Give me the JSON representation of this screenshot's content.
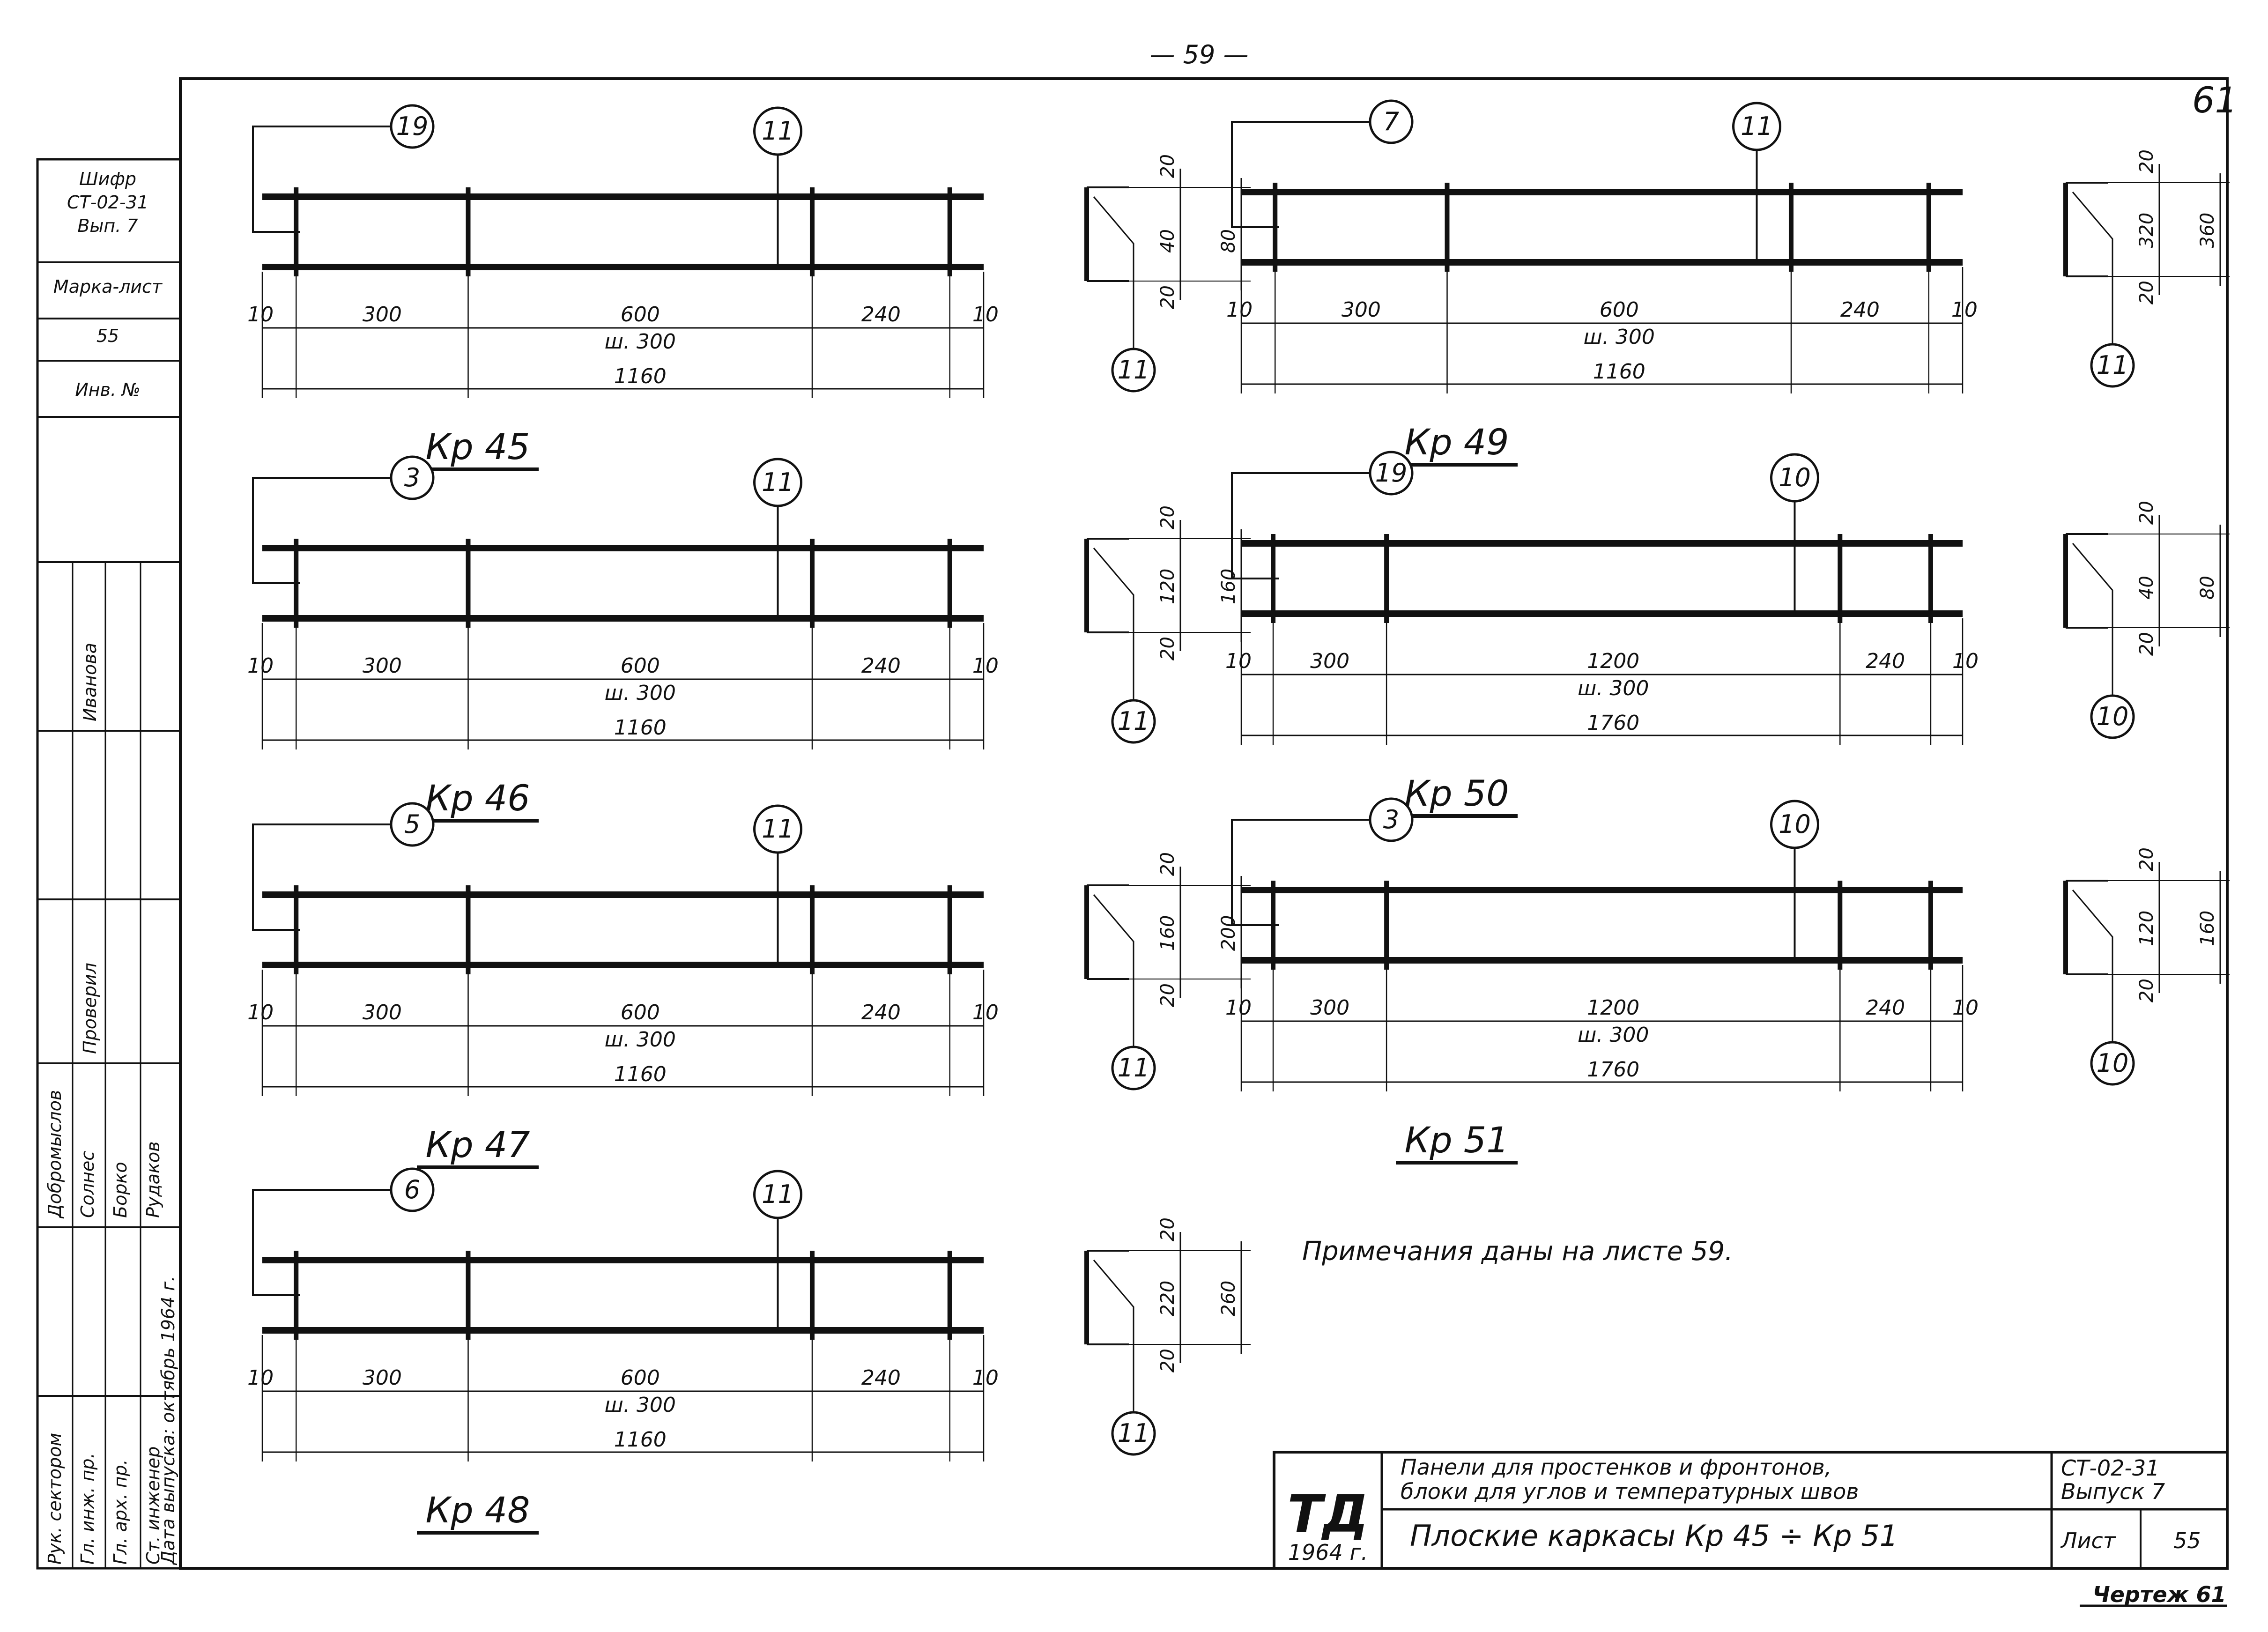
{
  "page_number": "— 59 —",
  "handwritten_sheet": "61",
  "side_stamp": {
    "cipher_label": "Шифр",
    "cipher_value": "СТ-02-31",
    "issue": "Вып. 7",
    "mark_sheet_label": "Марка-лист",
    "mark_sheet_value": "55",
    "inventory_label": "Инв. №",
    "executor": "Иванова",
    "checked": "Проверил",
    "staff": [
      {
        "role": "Рук. сектором",
        "name": "Добромыслов"
      },
      {
        "role": "Гл. инж. пр.",
        "name": "Солнес"
      },
      {
        "role": "Гл. арх. пр.",
        "name": "Борко"
      },
      {
        "role": "Ст. инженер",
        "name": "Рудаков"
      }
    ],
    "release_date": "Дата выпуска: октябрь 1964 г."
  },
  "frames": [
    {
      "id": "kr45",
      "title": "Кр 45",
      "left_callout": "19",
      "mid_callout": "11",
      "section_callout": "11",
      "dims_bottom": [
        "10",
        "300",
        "600",
        "240",
        "10"
      ],
      "step": "ш. 300",
      "total": "1160",
      "section_small": [
        "20",
        "40",
        "20"
      ],
      "section_total": "80"
    },
    {
      "id": "kr46",
      "title": "Кр 46",
      "left_callout": "3",
      "mid_callout": "11",
      "section_callout": "11",
      "dims_bottom": [
        "10",
        "300",
        "600",
        "240",
        "10"
      ],
      "step": "ш. 300",
      "total": "1160",
      "section_small": [
        "20",
        "120",
        "20"
      ],
      "section_total": "160"
    },
    {
      "id": "kr47",
      "title": "Кр 47",
      "left_callout": "5",
      "mid_callout": "11",
      "section_callout": "11",
      "dims_bottom": [
        "10",
        "300",
        "600",
        "240",
        "10"
      ],
      "step": "ш. 300",
      "total": "1160",
      "section_small": [
        "20",
        "160",
        "20"
      ],
      "section_total": "200"
    },
    {
      "id": "kr48",
      "title": "Кр 48",
      "left_callout": "6",
      "mid_callout": "11",
      "section_callout": "11",
      "dims_bottom": [
        "10",
        "300",
        "600",
        "240",
        "10"
      ],
      "step": "ш. 300",
      "total": "1160",
      "section_small": [
        "20",
        "220",
        "20"
      ],
      "section_total": "260"
    },
    {
      "id": "kr49",
      "title": "Кр 49",
      "left_callout": "7",
      "mid_callout": "11",
      "section_callout": "11",
      "dims_bottom": [
        "10",
        "300",
        "600",
        "240",
        "10"
      ],
      "step": "ш. 300",
      "total": "1160",
      "section_small": [
        "20",
        "320",
        "20"
      ],
      "section_total": "360"
    },
    {
      "id": "kr50",
      "title": "Кр 50",
      "left_callout": "19",
      "mid_callout": "10",
      "section_callout": "10",
      "dims_bottom": [
        "10",
        "300",
        "1200",
        "240",
        "10"
      ],
      "step": "ш. 300",
      "total": "1760",
      "section_small": [
        "20",
        "40",
        "20"
      ],
      "section_total": "80"
    },
    {
      "id": "kr51",
      "title": "Кр 51",
      "left_callout": "3",
      "mid_callout": "10",
      "section_callout": "10",
      "dims_bottom": [
        "10",
        "300",
        "1200",
        "240",
        "10"
      ],
      "step": "ш. 300",
      "total": "1760",
      "section_small": [
        "20",
        "120",
        "20"
      ],
      "section_total": "160"
    }
  ],
  "note": "Примечания даны на листе 59.",
  "title_block": {
    "logo": "ТД",
    "year": "1964 г.",
    "title_line1": "Панели для простенков и фронтонов,",
    "title_line2": "блоки для углов и температурных швов",
    "drawing_name": "Плоские каркасы Кр 45 ÷ Кр 51",
    "series": "СТ-02-31",
    "issue": "Выпуск 7",
    "sheet_label": "Лист",
    "sheet_number": "55",
    "footer_mark": "Чертеж 61"
  }
}
